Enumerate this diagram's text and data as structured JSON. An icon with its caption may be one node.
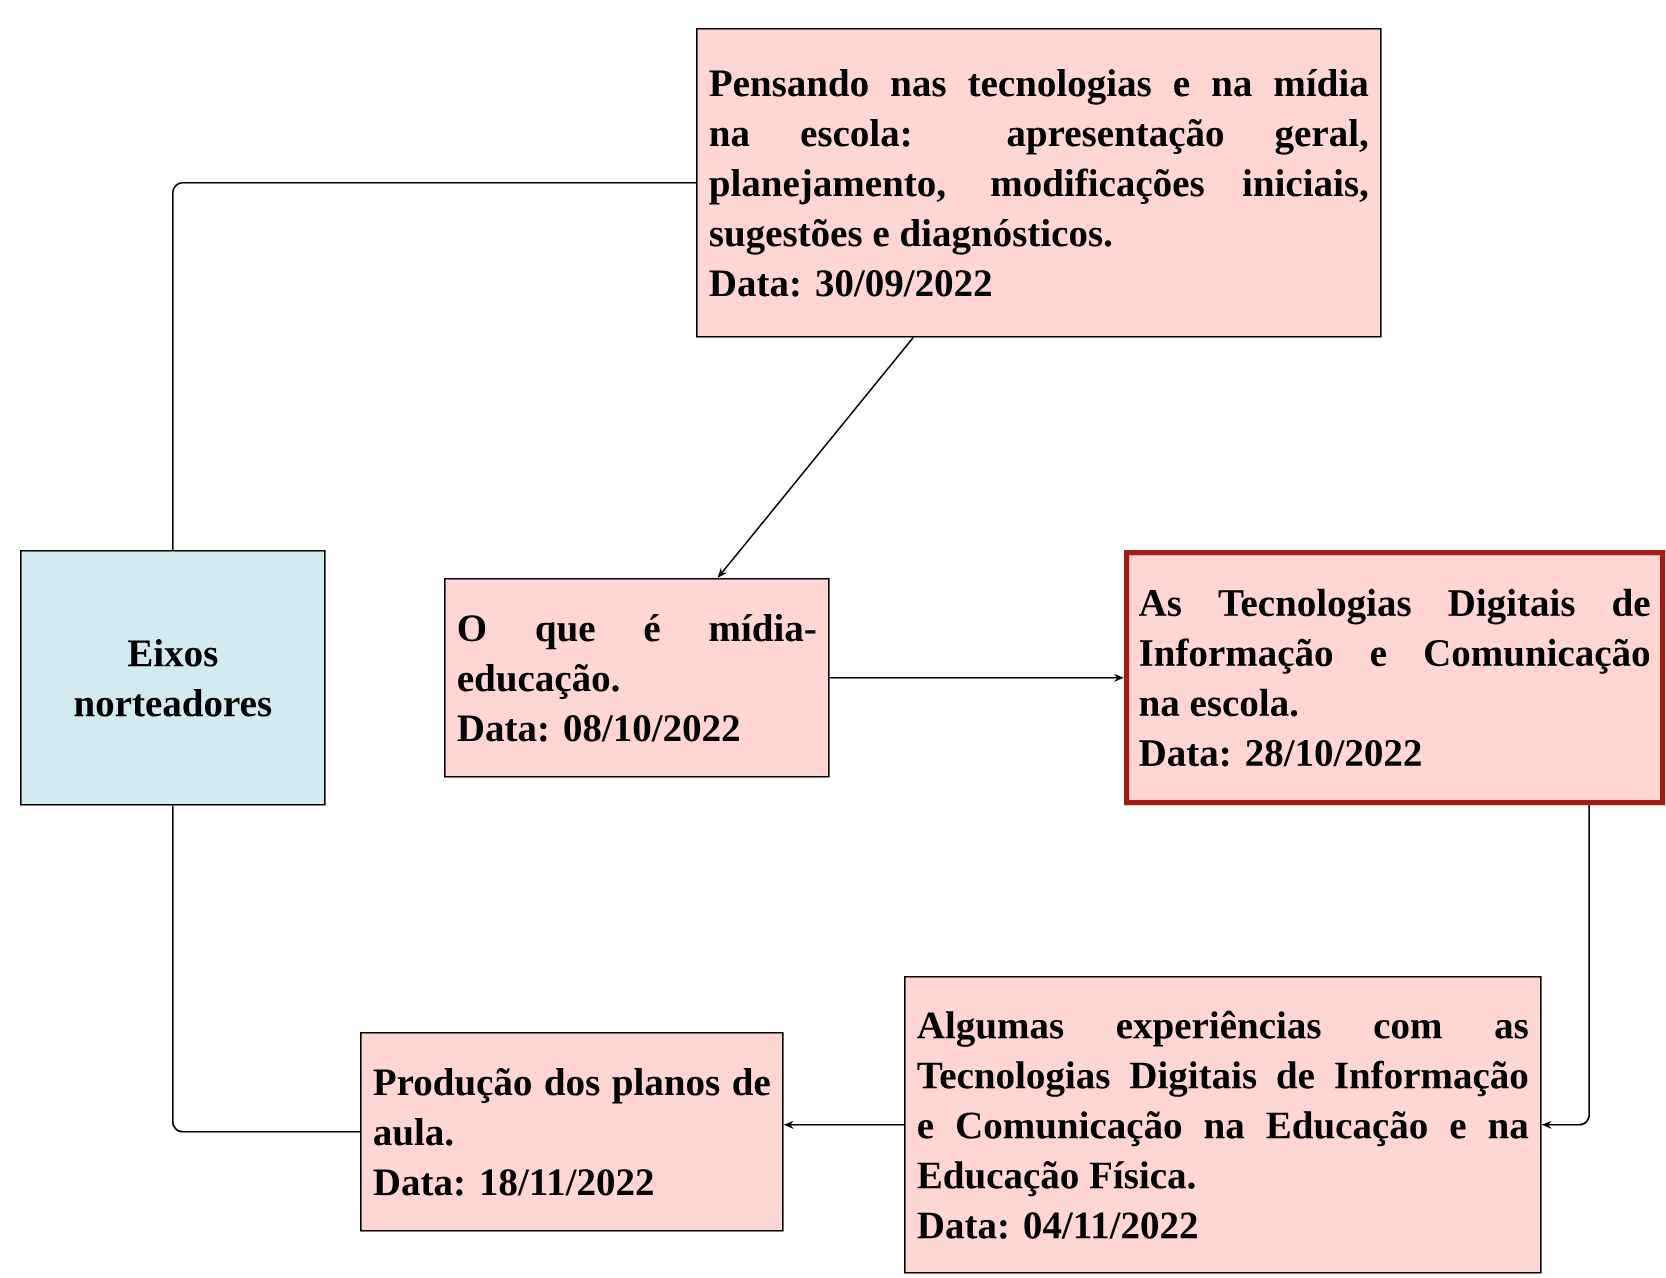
{
  "diagram": {
    "nodes": [
      {
        "text": [
          "Eixos norteadores"
        ]
      },
      {
        "text": [
          "Pensando nas tecnologias e na mídia na escola: apresentação geral, planejamento, modificações iniciais, sugestões e diagnósticos.",
          "Data: 30/09/2022"
        ]
      },
      {
        "text": [
          "O que é mídia-educação.",
          "Data: 08/10/2022"
        ]
      },
      {
        "text": [
          "As Tecnologias Digitais de Informação e Comunicação na escola.",
          "Data: 28/10/2022"
        ]
      },
      {
        "text": [
          "Algumas experiências com as Tecnologias Digitais de Informação e Comunicação na Educação e na Educação Física.",
          "Data: 04/11/2022"
        ]
      },
      {
        "text": [
          "Produção dos planos de aula.",
          "Data: 18/11/2022"
        ]
      }
    ],
    "edges": [
      {
        "from": 0,
        "to": 1,
        "arrow": "none"
      },
      {
        "from": 1,
        "to": 2,
        "arrow": "to"
      },
      {
        "from": 2,
        "to": 3,
        "arrow": "to"
      },
      {
        "from": 3,
        "to": 4,
        "arrow": "to"
      },
      {
        "from": 4,
        "to": 5,
        "arrow": "to"
      },
      {
        "from": 5,
        "to": 0,
        "arrow": "none"
      }
    ]
  }
}
